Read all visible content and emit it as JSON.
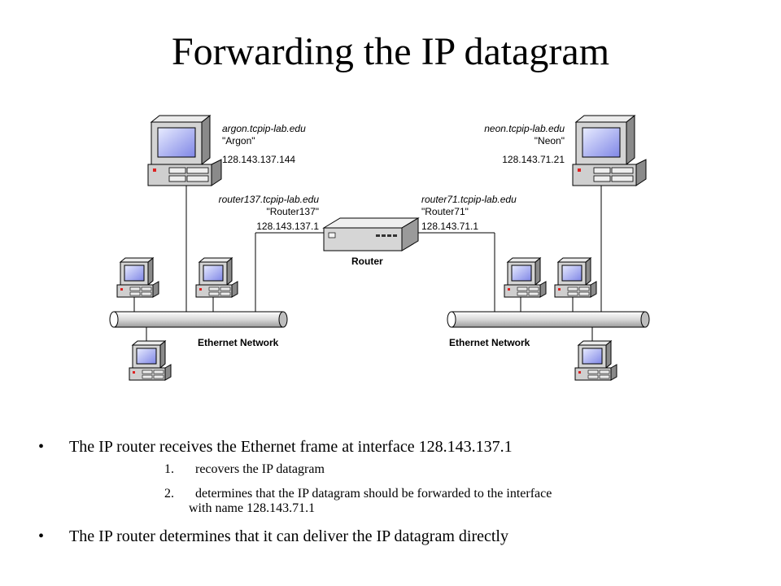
{
  "title": "Forwarding the IP datagram",
  "hosts": {
    "argon": {
      "fqdn": "argon.tcpip-lab.edu",
      "alias": "\"Argon\"",
      "ip": "128.143.137.144"
    },
    "neon": {
      "fqdn": "neon.tcpip-lab.edu",
      "alias": "\"Neon\"",
      "ip": "128.143.71.21"
    }
  },
  "router": {
    "label": "Router",
    "if137": {
      "fqdn": "router137.tcpip-lab.edu",
      "alias": "\"Router137\"",
      "ip": "128.143.137.1"
    },
    "if71": {
      "fqdn": "router71.tcpip-lab.edu",
      "alias": "\"Router71\"",
      "ip": "128.143.71.1"
    }
  },
  "networks": {
    "left": "Ethernet Network",
    "right": "Ethernet Network"
  },
  "bullets": [
    {
      "text": "The IP router receives the Ethernet frame at interface 128.143.137.1",
      "steps": [
        {
          "num": "1.",
          "text": "recovers the IP datagram"
        },
        {
          "num": "2.",
          "text": "determines that the IP datagram should be forwarded to the interface",
          "cont": "with name 128.143.71.1"
        }
      ]
    },
    {
      "text": "The IP router determines that it can deliver the IP datagram directly"
    }
  ],
  "bullet_symbol": "•"
}
